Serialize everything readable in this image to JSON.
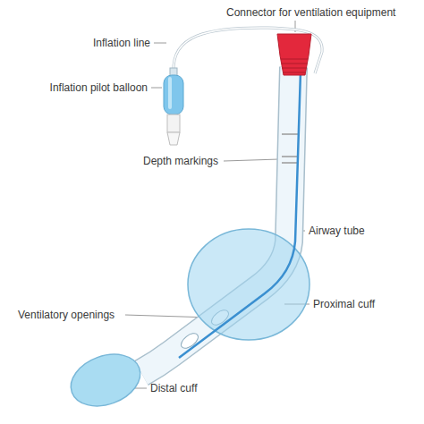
{
  "diagram": {
    "labels": [
      "Connector for ventilation equipment",
      "Inflation line",
      "Inflation pilot balloon",
      "Depth markings",
      "Airway tube",
      "Ventilatory openings",
      "Proximal cuff",
      "Distal cuff"
    ]
  }
}
